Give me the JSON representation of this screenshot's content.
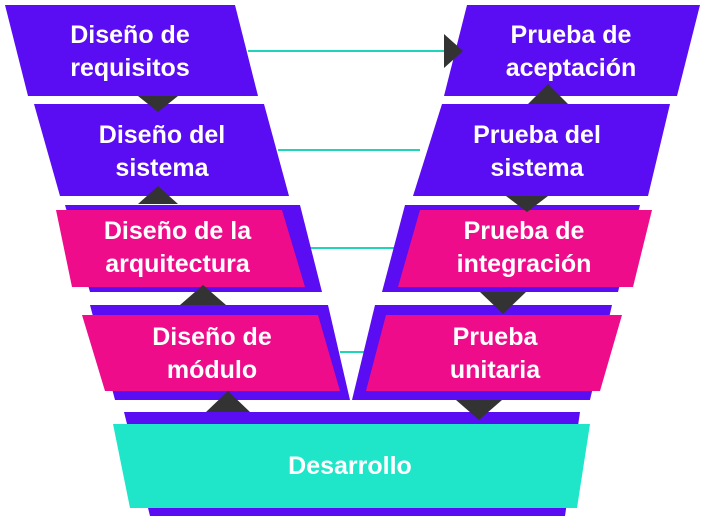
{
  "colors": {
    "purple": "#5a0df2",
    "magenta": "#ee0c8a",
    "teal": "#1fe6c8",
    "arrow": "#333333",
    "connector": "#1fd4b8"
  },
  "left": {
    "requirements": [
      "Diseño de",
      "requisitos"
    ],
    "system": [
      "Diseño del",
      "sistema"
    ],
    "architecture": [
      "Diseño de la",
      "arquitectura"
    ],
    "module": [
      "Diseño de",
      "módulo"
    ]
  },
  "right": {
    "acceptance": [
      "Prueba de",
      "aceptación"
    ],
    "system": [
      "Prueba del",
      "sistema"
    ],
    "integration": [
      "Prueba de",
      "integración"
    ],
    "unit": [
      "Prueba",
      "unitaria"
    ]
  },
  "bottom": {
    "development": "Desarrollo"
  }
}
